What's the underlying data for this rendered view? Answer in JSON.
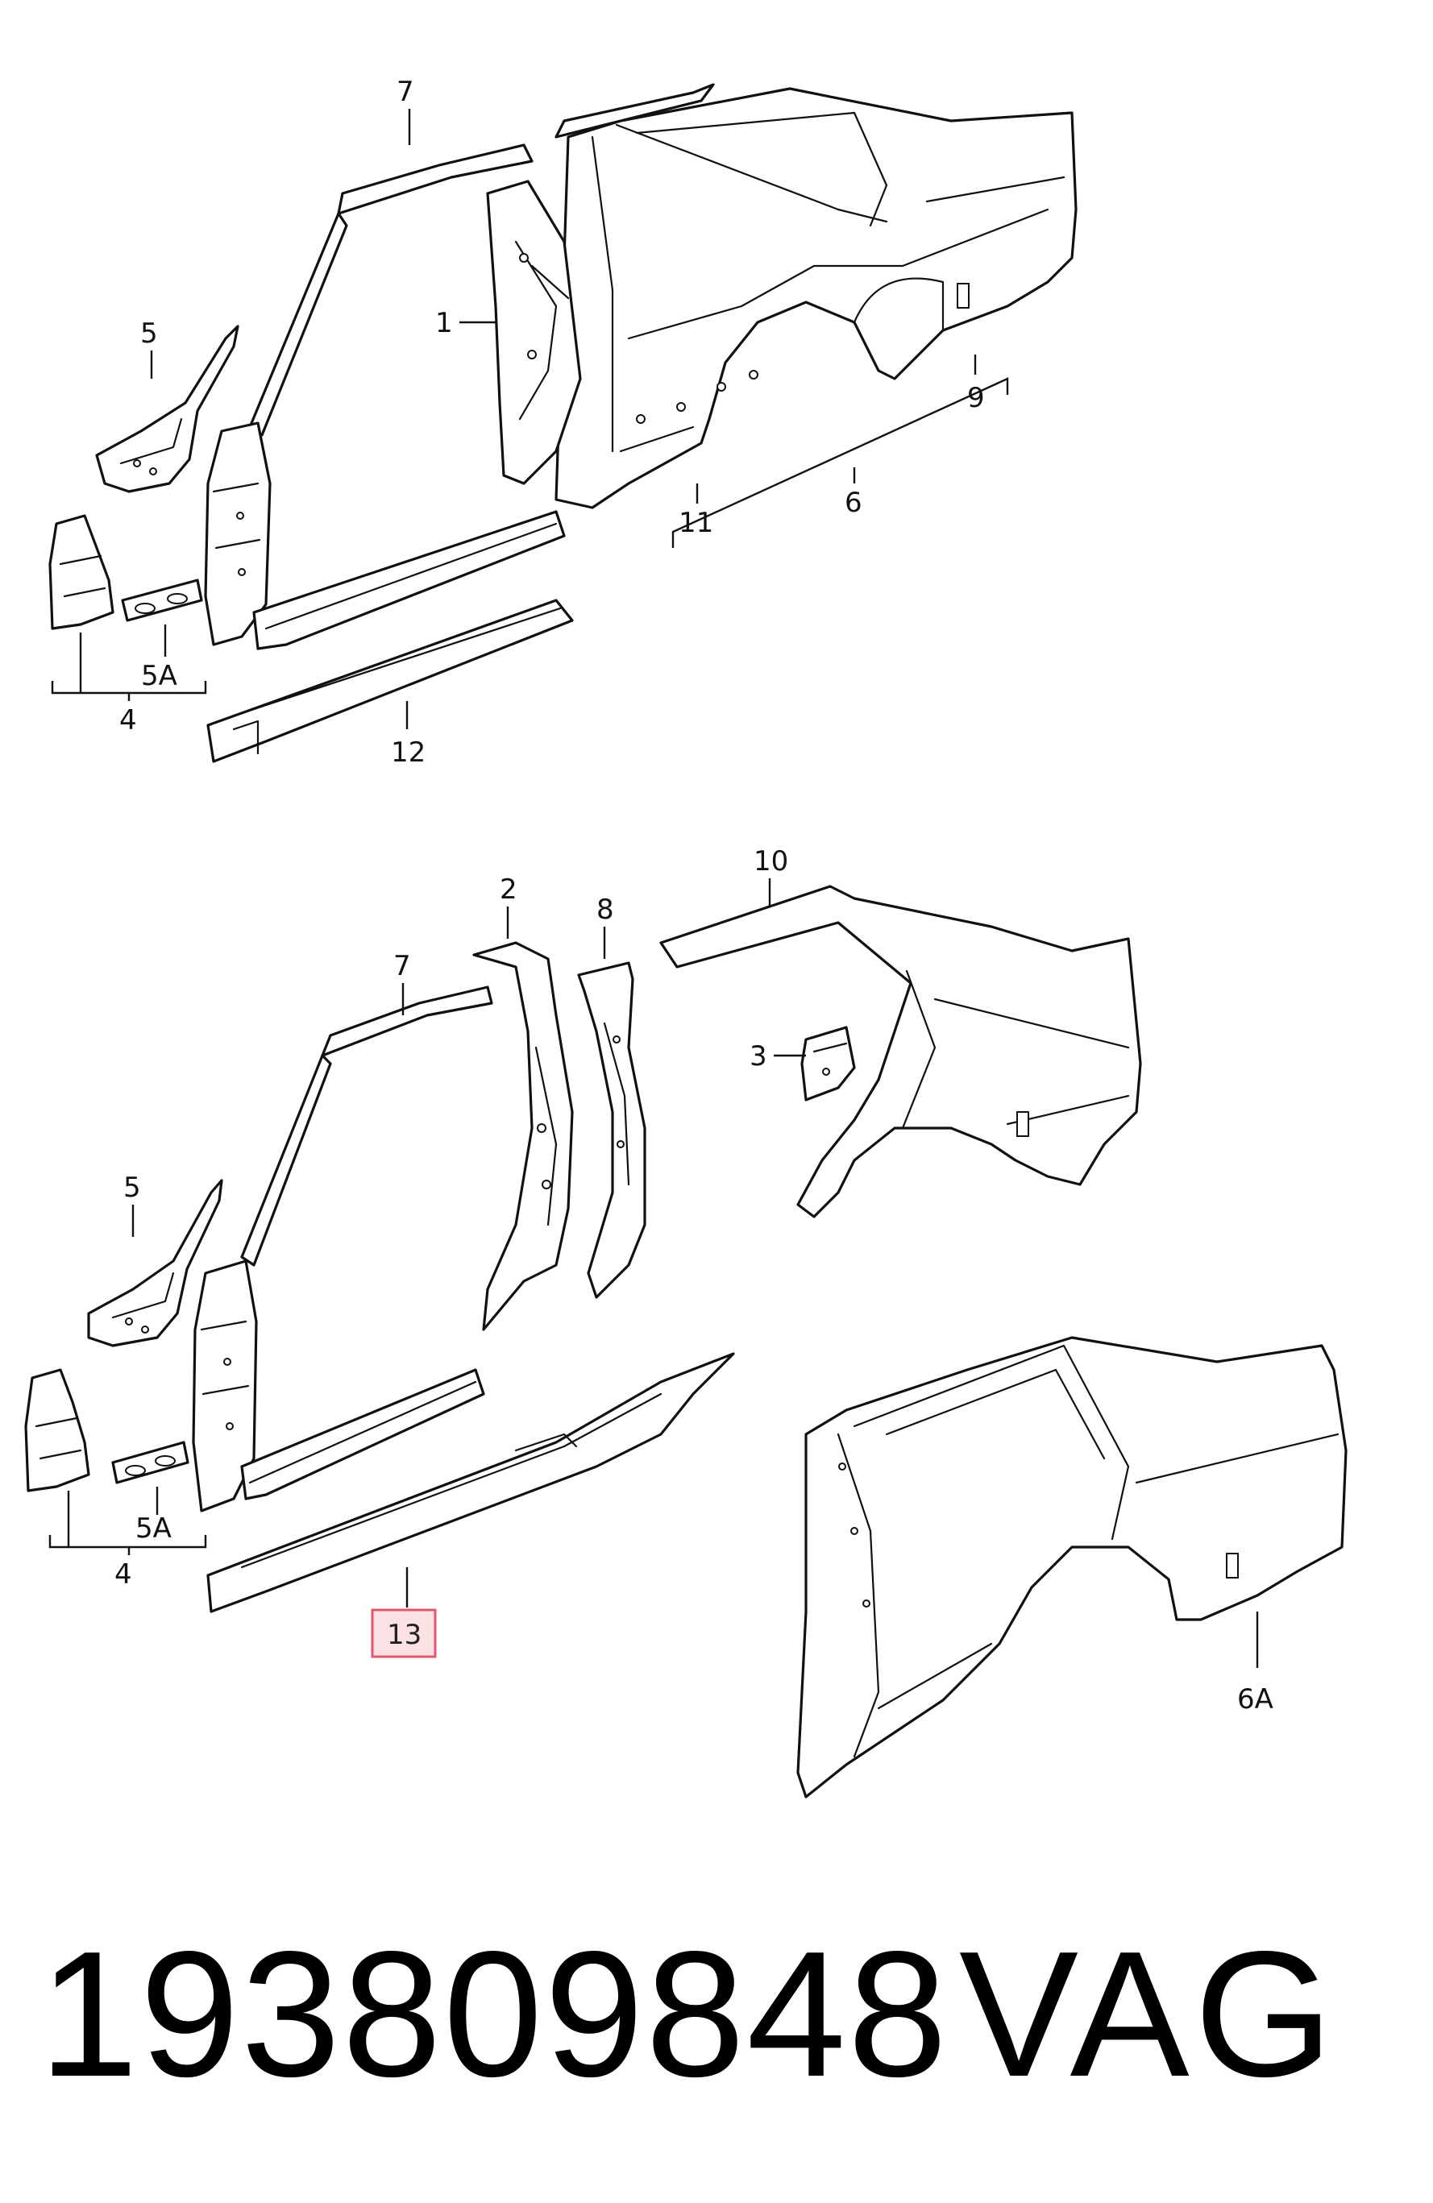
{
  "diagram": {
    "top_view": {
      "callouts": [
        "7",
        "5",
        "1",
        "9",
        "11",
        "6",
        "5A",
        "4",
        "12"
      ]
    },
    "bottom_view": {
      "callouts": [
        "2",
        "8",
        "10",
        "7",
        "3",
        "5",
        "5A",
        "4",
        "13",
        "6A"
      ],
      "highlighted_callout": "13"
    },
    "colors": {
      "line": "#111111",
      "highlight_fill": "#fbe0e4",
      "highlight_border": "#e05a6e"
    }
  },
  "footer": {
    "part_number": "193809848",
    "brand": "VAG"
  }
}
